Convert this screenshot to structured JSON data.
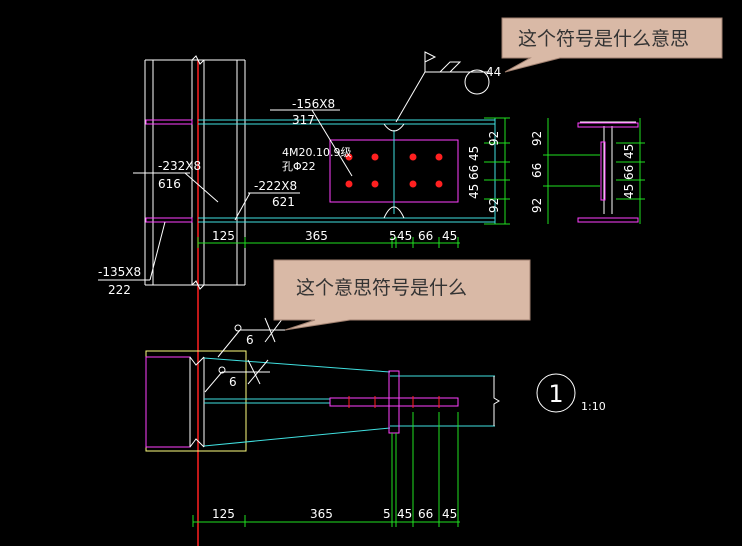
{
  "callouts": {
    "top": "这个符号是什么意思",
    "middle": "这个意思符号是什么"
  },
  "elevation": {
    "weld_symbol_size": "44",
    "plate_top": {
      "spec": "-156X8",
      "length": "317"
    },
    "plate_flange": {
      "spec": "-232X8",
      "length": "616"
    },
    "plate_web": {
      "spec": "-222X8",
      "length": "621"
    },
    "plate_stiffener": {
      "spec": "-135X8",
      "length": "222"
    },
    "bolt_note": "4M20.10.9级",
    "hole_note": "孔Φ22",
    "dims_bottom": [
      "125",
      "365",
      "5",
      "45",
      "66",
      "45"
    ],
    "dims_right": [
      "92",
      "45",
      "66",
      "45",
      "92"
    ],
    "section_dims": [
      "92",
      "66",
      "92",
      "45",
      "66",
      "45"
    ]
  },
  "plan": {
    "weld_size_1": "6",
    "weld_size_2": "6",
    "detail_no": "1",
    "detail_scale": "1:10",
    "dims_bottom": [
      "125",
      "365",
      "5",
      "45",
      "66",
      "45"
    ]
  },
  "colors": {
    "background": "#000000",
    "red": "#ff2020",
    "cyan": "#40e0e0",
    "green": "#20e020",
    "magenta": "#ff40ff",
    "yellow": "#ffff80",
    "white": "#ffffff",
    "callout_fill": "#d9b9a6"
  }
}
